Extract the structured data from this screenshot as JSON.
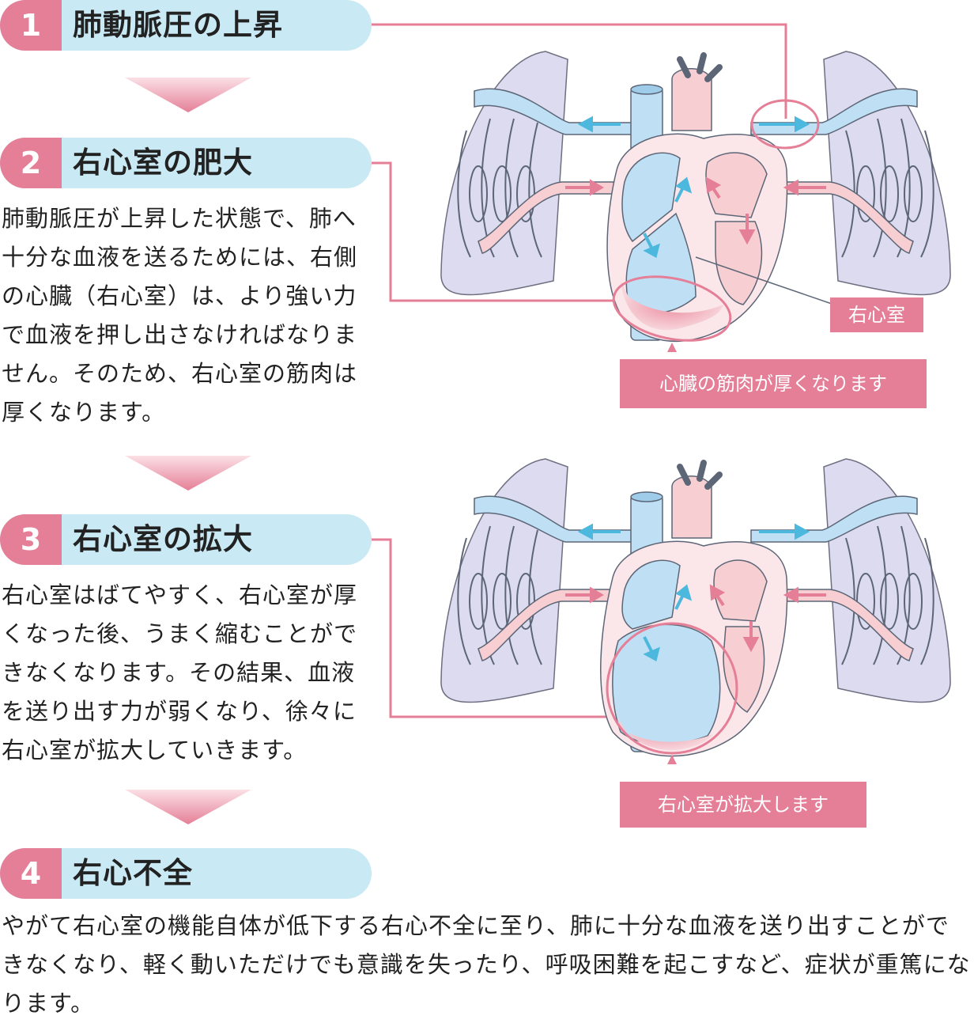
{
  "steps": [
    {
      "number": "1",
      "title": "肺動脈圧の上昇"
    },
    {
      "number": "2",
      "title": "右心室の肥大"
    },
    {
      "number": "3",
      "title": "右心室の拡大"
    },
    {
      "number": "4",
      "title": "右心不全"
    }
  ],
  "paragraphs": {
    "step2": "肺動脈圧が上昇した状態で、肺へ十分な血液を送るためには、右側の心臓（右心室）は、より強い力で血液を押し出さなければなりません。そのため、右心室の筋肉は厚くなります。",
    "step3": "右心室はばてやすく、右心室が厚くなった後、うまく縮むことができなくなります。その結果、血液を送り出す力が弱くなり、徐々に右心室が拡大していきます。",
    "step4": "やがて右心室の機能自体が低下する右心不全に至り、肺に十分な血液を送り出すことができなくなり、軽く動いただけでも意識を失ったり、呼吸困難を起こすなど、症状が重篤になります。"
  },
  "labels": {
    "right_ventricle": "右心室",
    "muscle_thickens": "心臓の筋肉が厚くなります",
    "ventricle_enlarges": "右心室が拡大します"
  },
  "colors": {
    "accent_pink": "#e57f97",
    "pill_blue": "#c9eaf4",
    "lung_purple": "#dcdbf0",
    "vessel_blue": "#bfe0f4",
    "vessel_pink": "#f7cfd2",
    "arrow_blue": "#4cb8dd",
    "arrow_pink": "#e57f97"
  }
}
